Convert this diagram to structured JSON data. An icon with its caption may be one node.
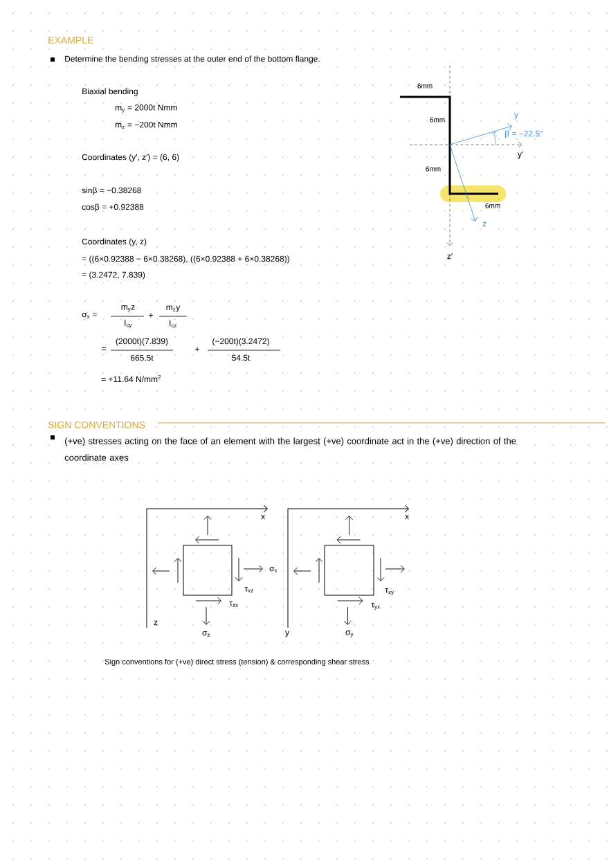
{
  "diagram": {
    "title": "EXAMPLE",
    "caption": "Sign conventions for (+ve) direct stress (tension) & corresponding shear stress",
    "nodes": [
      {
        "text": [],
        "shape": "box"
      },
      {
        "text": [],
        "shape": "box"
      }
    ],
    "labels": [
      "Determine the bending stresses at the outer end of the bottom flange.",
      "Biaxial bending",
      "m$_{y}$ = 2000t Nmm",
      "m$_{z}$ = −200t Nmm",
      "Coordinates (y′, z′) = (6, 6)",
      "sinβ = −0.38268",
      "cosβ = +0.92388",
      "Coordinates (y, z)",
      "= ((6×0.92388 − 6×0.38268), ((6×0.92388 + 6×0.38268))",
      "= (3.2472, 7.839)",
      "σ$_{x}$ =",
      "m$_{y}$z",
      "I$_{cy}$",
      "+",
      "m$_{z}$y",
      "I$_{cz}$",
      "=",
      "(2000t)(7.839)",
      "665.5t",
      "+",
      "(−200t)(3.2472)",
      "54.5t",
      "= +11.64 N/mm$^{2}$",
      "6mm",
      "6mm",
      "y",
      "β = −22.5°",
      "y′",
      "6mm",
      "6mm",
      "z",
      "z′",
      "SIGN CONVENTIONS",
      "(+ve) stresses acting on the face of an element with the largest (+ve) coordinate act in the (+ve) direction of the coordinate axes",
      "x",
      "σ$_{x}$",
      "τ$_{xz}$",
      "τ$_{zx}$",
      "z",
      "σ$_{z}$",
      "x",
      "τ$_{xy}$",
      "τ$_{yx}$",
      "y",
      "σ$_{y}$"
    ]
  }
}
